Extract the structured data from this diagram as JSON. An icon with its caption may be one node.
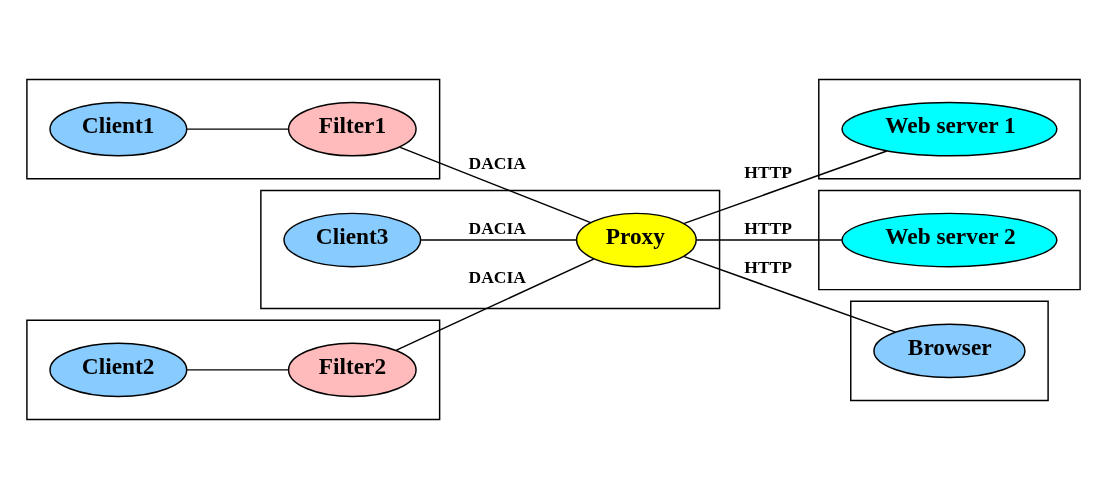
{
  "diagram": {
    "nodes": [
      {
        "text": [],
        "shape": "box"
      },
      {
        "text": [
          "Client1"
        ],
        "in": 0
      },
      {
        "text": [
          "Filter1"
        ],
        "in": 0
      },
      {
        "text": [],
        "shape": "box"
      },
      {
        "text": [
          "Client3"
        ],
        "in": 3
      },
      {
        "text": [
          "Proxy"
        ],
        "in": 3
      },
      {
        "text": [],
        "shape": "box"
      },
      {
        "text": [
          "Web server 1"
        ],
        "in": 6
      },
      {
        "text": [],
        "shape": "box"
      },
      {
        "text": [
          "Client2"
        ],
        "in": 8
      },
      {
        "text": [
          "Filter2"
        ],
        "in": 8
      },
      {
        "text": [],
        "shape": "box"
      },
      {
        "text": [
          "Web server 2"
        ],
        "in": 11
      },
      {
        "text": [],
        "shape": "box"
      },
      {
        "text": [
          "Browser"
        ],
        "in": 13
      }
    ],
    "edges": [
      {
        "from": 1,
        "to": 2,
        "arrow": "none"
      },
      {
        "from": 2,
        "to": 5,
        "label": "DACIA",
        "arrow": "none"
      },
      {
        "from": 4,
        "to": 5,
        "label": "DACIA",
        "arrow": "none"
      },
      {
        "from": 5,
        "to": 7,
        "label": "HTTP",
        "arrow": "none"
      },
      {
        "from": 5,
        "to": 12,
        "label": "HTTP",
        "arrow": "none"
      },
      {
        "from": 9,
        "to": 10,
        "arrow": "none"
      },
      {
        "from": 10,
        "to": 5,
        "label": "DACIA",
        "arrow": "none"
      },
      {
        "from": 5,
        "to": 14,
        "label": "HTTP",
        "arrow": "none"
      }
    ]
  }
}
